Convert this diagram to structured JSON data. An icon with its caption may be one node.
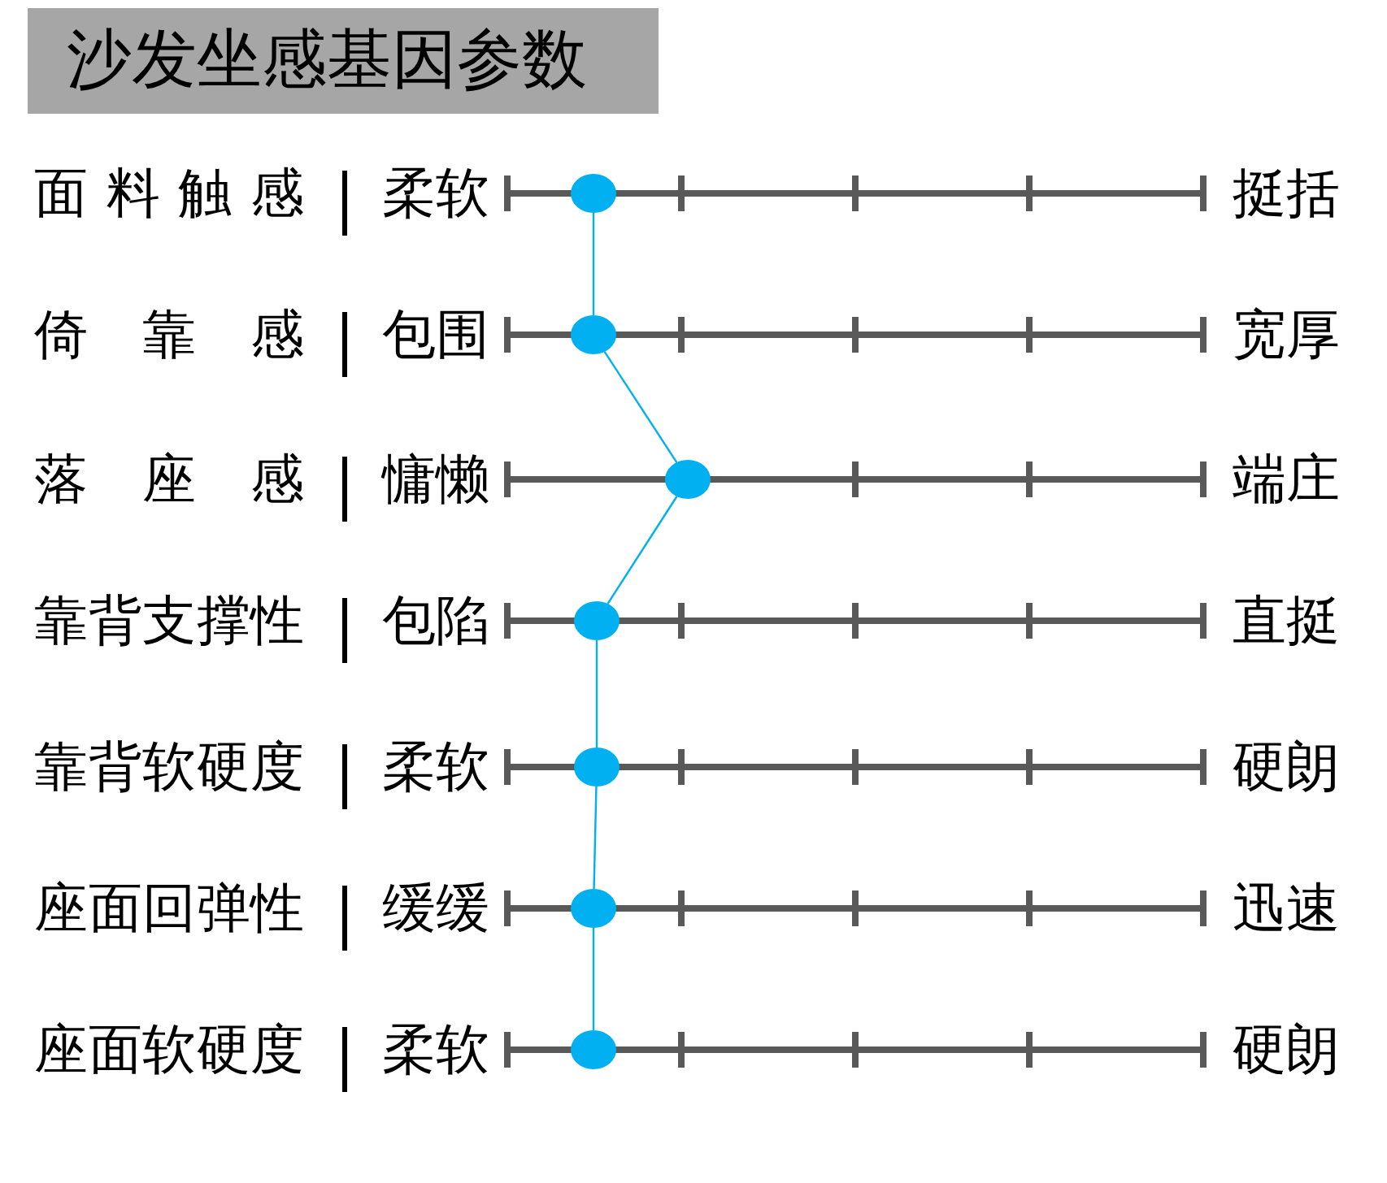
{
  "diagram": {
    "title": "沙发坐感基因参数",
    "nodes": [
      {
        "text": [],
        "shape": "circle"
      },
      {
        "text": [],
        "shape": "circle"
      },
      {
        "text": [],
        "shape": "circle"
      },
      {
        "text": [],
        "shape": "circle"
      },
      {
        "text": [],
        "shape": "circle"
      },
      {
        "text": [],
        "shape": "circle"
      },
      {
        "text": [],
        "shape": "circle"
      }
    ],
    "edges": [
      {
        "from": 0,
        "to": 1,
        "arrow": "none"
      },
      {
        "from": 1,
        "to": 2,
        "arrow": "none"
      },
      {
        "from": 2,
        "to": 3,
        "arrow": "none"
      },
      {
        "from": 3,
        "to": 4,
        "arrow": "none"
      },
      {
        "from": 4,
        "to": 5,
        "arrow": "none"
      },
      {
        "from": 5,
        "to": 6,
        "arrow": "none"
      }
    ],
    "labels": [
      "面料触感",
      "柔软",
      "挺括",
      "倚靠感",
      "包围",
      "宽厚",
      "落座感",
      "慵懒",
      "端庄",
      "靠背支撑性",
      "包陷",
      "直挺",
      "靠背软硬度",
      "柔软",
      "硬朗",
      "座面回弹性",
      "缓缓",
      "迅速",
      "座面软硬度",
      "柔软",
      "硬朗"
    ]
  }
}
